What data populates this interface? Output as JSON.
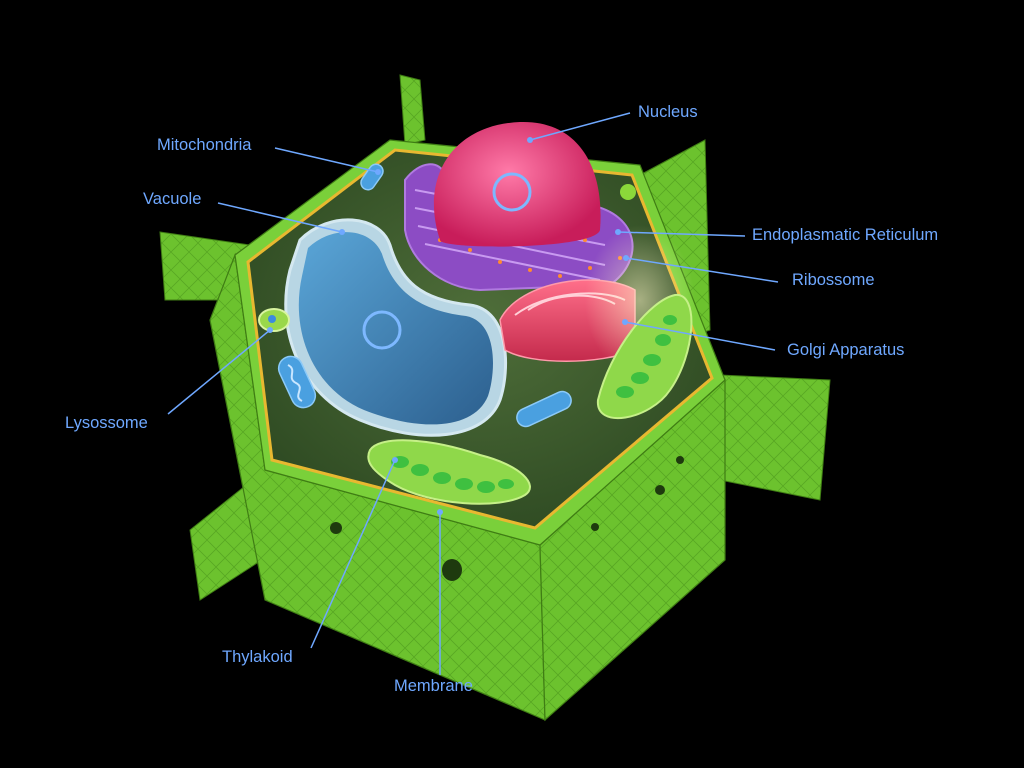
{
  "labels": {
    "nucleus": "Nucleus",
    "mitochondria": "Mitochondria",
    "vacuole": "Vacuole",
    "endoplasmatic_reticulum": "Endoplasmatic Reticulum",
    "ribossome": "Ribossome",
    "golgi_apparatus": "Golgi Apparatus",
    "lysossome": "Lysossome",
    "thylakoid": "Thylakoid",
    "membrane": "Membrane"
  },
  "colors": {
    "background": "#000000",
    "label_text": "#6fa8ff",
    "leader_line": "#6fa8ff",
    "cell_wall": "#5fb82a",
    "cytoplasm": "#3c5a2c",
    "membrane": "#e8b830",
    "nucleus": "#e0306a",
    "vacuole": "#3e7fb0",
    "reticulum": "#9050c8",
    "golgi": "#d83a5a",
    "chloroplast": "#5fd84a"
  }
}
